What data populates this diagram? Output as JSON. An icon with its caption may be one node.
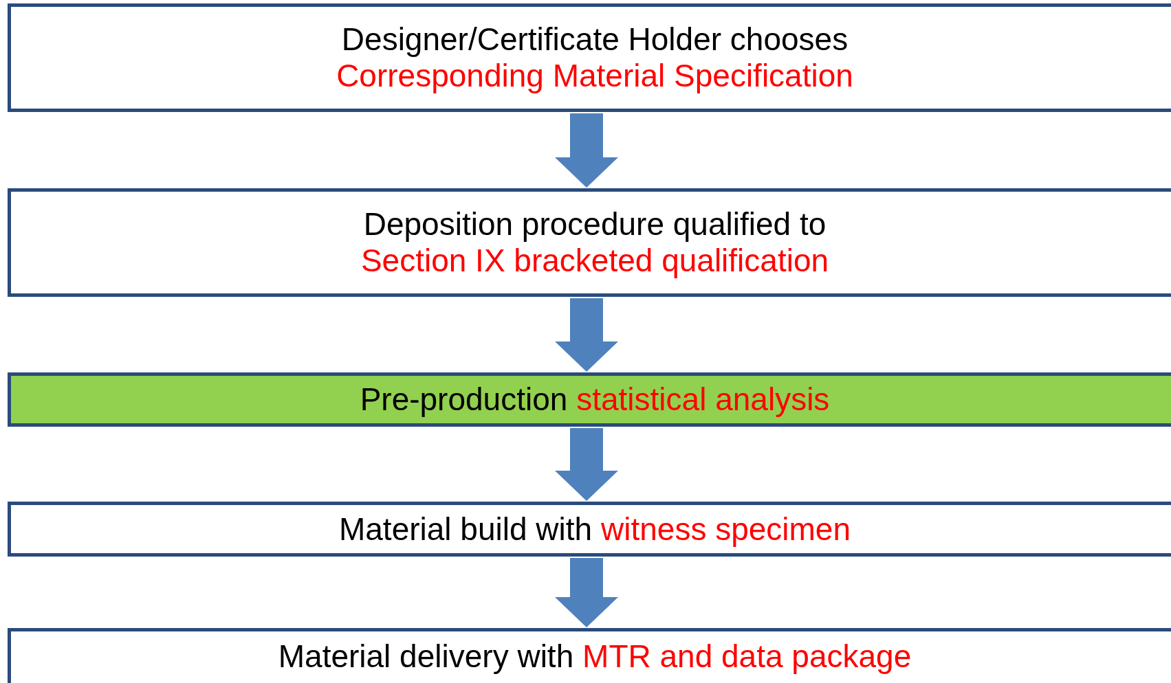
{
  "diagram": {
    "nodes": [
      {
        "text": [
          "Designer/Certificate Holder chooses",
          "Corresponding Material Specification"
        ]
      },
      {
        "text": [
          "Deposition procedure qualified to",
          "Section IX bracketed qualification"
        ]
      },
      {
        "text": [
          "Pre-production",
          "statistical analysis"
        ]
      },
      {
        "text": [
          "Material build with",
          "witness specimen"
        ]
      },
      {
        "text": [
          "Material delivery with",
          "MTR and data package"
        ]
      }
    ],
    "edges": [
      {
        "from": 0,
        "to": 1,
        "arrow": "to"
      },
      {
        "from": 1,
        "to": 2,
        "arrow": "to"
      },
      {
        "from": 2,
        "to": 3,
        "arrow": "to"
      },
      {
        "from": 3,
        "to": 4,
        "arrow": "to"
      }
    ]
  }
}
